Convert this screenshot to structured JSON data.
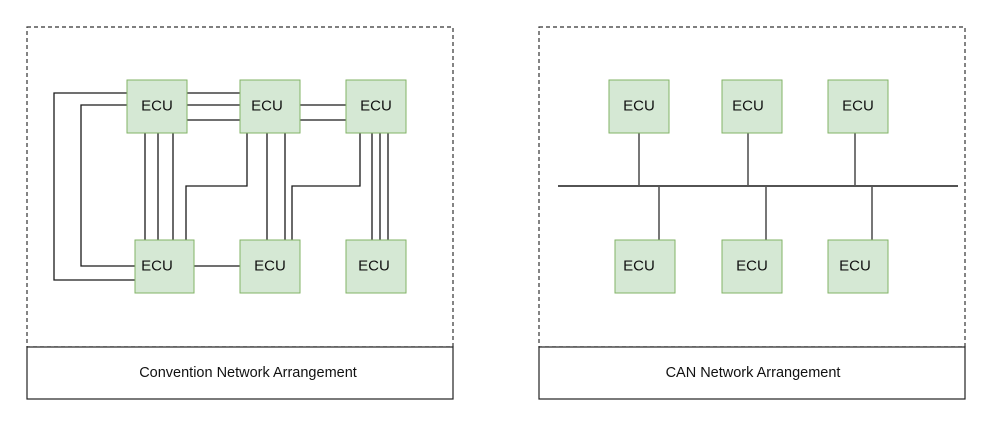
{
  "left_panel": {
    "caption": "Convention Network Arrangement",
    "ecus": [
      "ECU",
      "ECU",
      "ECU",
      "ECU",
      "ECU",
      "ECU"
    ]
  },
  "right_panel": {
    "caption": "CAN Network Arrangement",
    "ecus": [
      "ECU",
      "ECU",
      "ECU",
      "ECU",
      "ECU",
      "ECU"
    ]
  }
}
